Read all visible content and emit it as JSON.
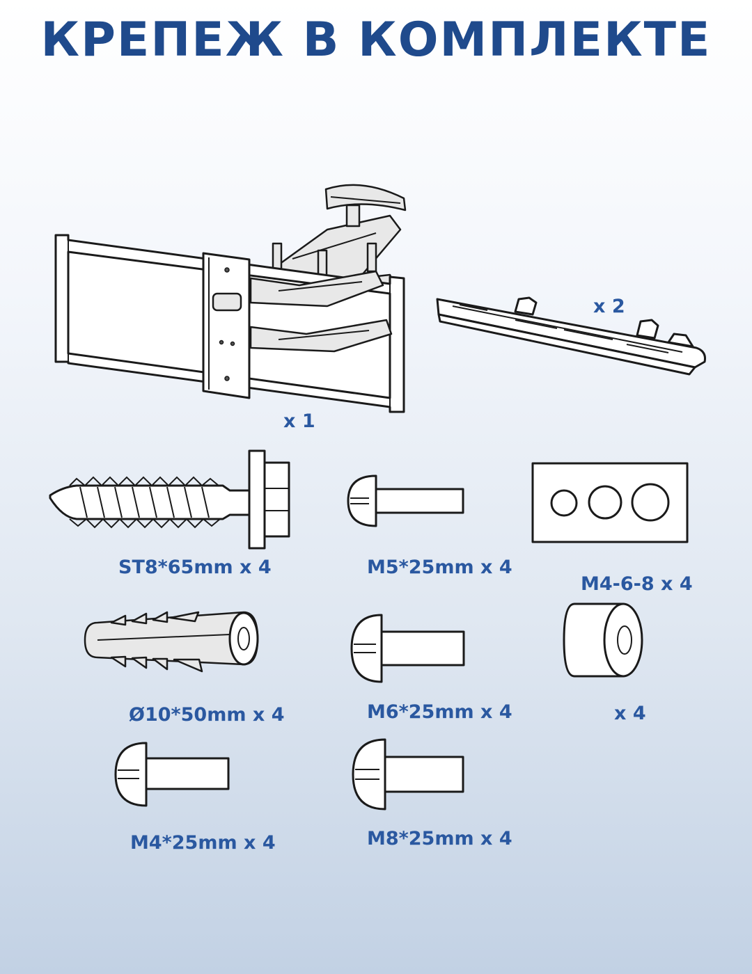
{
  "title": "КРЕПЕЖ В КОМПЛЕКТЕ",
  "accent_color": "#2a58a0",
  "items": {
    "bracket": {
      "icon": "tv-wall-bracket-icon",
      "qty": "x 1"
    },
    "rail": {
      "icon": "mounting-rail-icon",
      "qty": "x 2"
    },
    "lag_screw": {
      "icon": "lag-screw-icon",
      "label": "ST8*65mm x 4"
    },
    "bolt_m5": {
      "icon": "bolt-icon",
      "label": "M5*25mm x 4"
    },
    "washer_plate": {
      "icon": "washer-plate-icon",
      "label": "M4-6-8 x 4"
    },
    "anchor": {
      "icon": "wall-anchor-icon",
      "label": "Ø10*50mm x 4"
    },
    "bolt_m6": {
      "icon": "bolt-icon",
      "label": "M6*25mm x 4"
    },
    "spacer": {
      "icon": "spacer-icon",
      "label": "x 4"
    },
    "bolt_m4": {
      "icon": "bolt-icon",
      "label": "M4*25mm x 4"
    },
    "bolt_m8": {
      "icon": "bolt-icon",
      "label": "M8*25mm x 4"
    }
  }
}
